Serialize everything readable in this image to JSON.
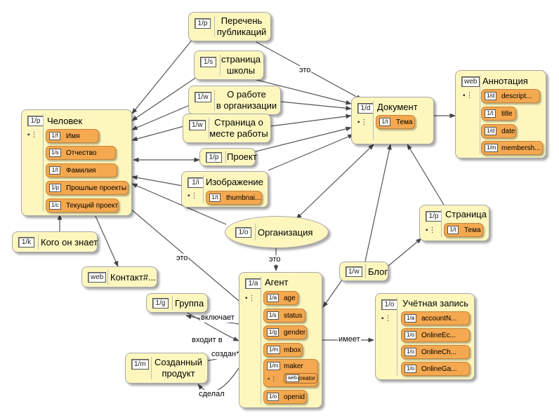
{
  "nodes": {
    "perechen": {
      "badge": "1/p",
      "title": "Перечень\nпубликаций"
    },
    "shkola": {
      "badge": "1/s",
      "title": "страница\nшколы"
    },
    "rabota": {
      "badge": "1/w",
      "title": "О работе\nв организации"
    },
    "mesto": {
      "badge": "1/w",
      "title": "Страница о\nместе работы"
    },
    "proekt": {
      "badge": "1/p",
      "title": "Проект"
    },
    "izobr": {
      "badge": "1/i",
      "title": "Изображение",
      "attrs": [
        {
          "badge": "1/t",
          "label": "thumbnai..."
        }
      ]
    },
    "chelovek": {
      "badge": "1/p",
      "title": "Человек",
      "attrs": [
        {
          "badge": "1/f",
          "label": "Имя"
        },
        {
          "badge": "1/s",
          "label": "Отчество"
        },
        {
          "badge": "1/l",
          "label": "Фамилия"
        },
        {
          "badge": "1/p",
          "label": "Прошлые проекты"
        },
        {
          "badge": "1/c",
          "label": "Текущий проект"
        }
      ]
    },
    "znaet": {
      "badge": "1/k",
      "title": "Кого он знает"
    },
    "kontakt": {
      "badge": "web",
      "title": "Контакт#..."
    },
    "org": {
      "badge": "1/o",
      "title": "Организация"
    },
    "dokument": {
      "badge": "1/d",
      "title": "Документ",
      "attrs": [
        {
          "badge": "1/t",
          "label": "Тема"
        }
      ]
    },
    "annot": {
      "badge": "web",
      "title": "Аннотация",
      "attrs": [
        {
          "badge": "1/d",
          "label": "descript..."
        },
        {
          "badge": "1/t",
          "label": "title"
        },
        {
          "badge": "1/d",
          "label": "date"
        },
        {
          "badge": "1/m",
          "label": "membersh..."
        }
      ]
    },
    "stranica": {
      "badge": "1/p",
      "title": "Страница",
      "attrs": [
        {
          "badge": "1/t",
          "label": "Тема"
        }
      ]
    },
    "blog": {
      "badge": "1/w",
      "title": "Блог"
    },
    "agent": {
      "badge": "1/a",
      "title": "Агент",
      "attrs": [
        {
          "badge": "1/a",
          "label": "age"
        },
        {
          "badge": "1/s",
          "label": "status"
        },
        {
          "badge": "1/g",
          "label": "gender"
        },
        {
          "badge": "1/m",
          "label": "mbox"
        },
        {
          "badge": "1/m",
          "label": "maker",
          "sub": {
            "badge": "web",
            "label": "creator"
          }
        },
        {
          "badge": "1/o",
          "label": "openid"
        }
      ]
    },
    "uchet": {
      "badge": "1/o",
      "title": "Учётная запись",
      "attrs": [
        {
          "badge": "1/a",
          "label": "accountN..."
        },
        {
          "badge": "1/o",
          "label": "OnlineEc..."
        },
        {
          "badge": "1/o",
          "label": "OnlineCh..."
        },
        {
          "badge": "1/o",
          "label": "OnlineGa..."
        }
      ]
    },
    "gruppa": {
      "badge": "1/g",
      "title": "Группа"
    },
    "sozdan": {
      "badge": "1/m",
      "title": "Созданный\nпродукт"
    }
  },
  "edge_labels": {
    "eto_doc": "это",
    "eto_chel": "это",
    "eto_org": "это",
    "imeet": "имеет",
    "vkluchaet": "включает",
    "vhodit": "входит в",
    "sozdan": "создан",
    "sdelal": "сделал"
  }
}
